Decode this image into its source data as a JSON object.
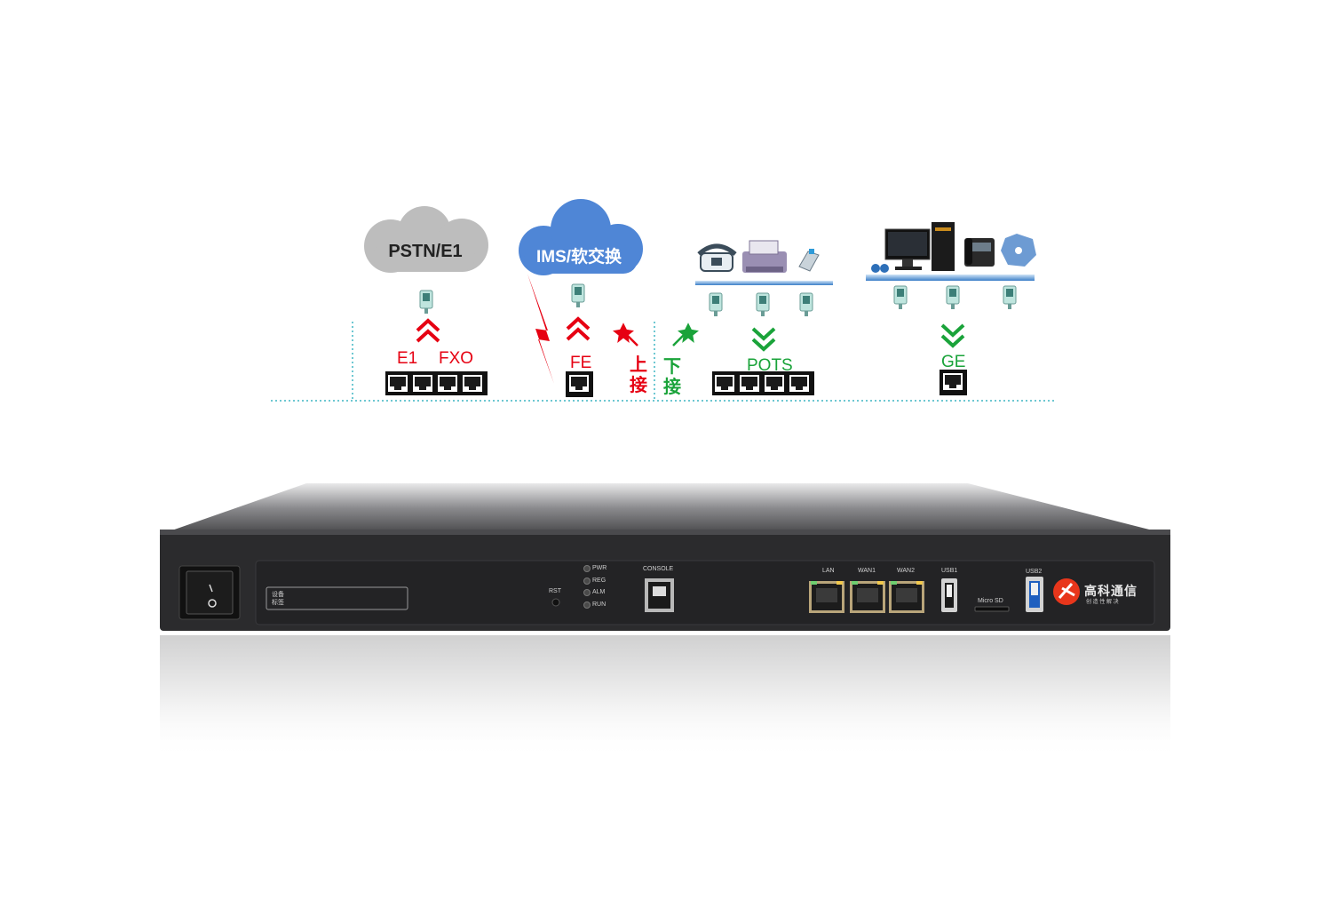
{
  "clouds": {
    "pstn": "PSTN/E1",
    "ims": "IMS/软交换"
  },
  "ports": {
    "e1": "E1",
    "fxo": "FXO",
    "fe": "FE",
    "pots": "POTS",
    "ge": "GE"
  },
  "directions": {
    "uplink_char1": "上",
    "uplink_char2": "接",
    "downlink_char1": "下",
    "downlink_char2": "接"
  },
  "device": {
    "label_line1": "设备",
    "label_line2": "标签",
    "rst": "RST",
    "leds": [
      "PWR",
      "REG",
      "ALM",
      "RUN"
    ],
    "console": "CONSOLE",
    "lan": "LAN",
    "wan1": "WAN1",
    "wan2": "WAN2",
    "usb1": "USB1",
    "usb2": "USB2",
    "microsd": "Micro SD",
    "brand": "高科通信",
    "brand_sub": "创 造 性 解 决"
  },
  "colors": {
    "uplink": "#e60012",
    "downlink": "#1aa33a",
    "dotted_line": "#3fb5c4",
    "pstn_cloud": "#bdbdbd",
    "ims_cloud": "#4f86d6",
    "device_body": "#2b2b2d"
  }
}
